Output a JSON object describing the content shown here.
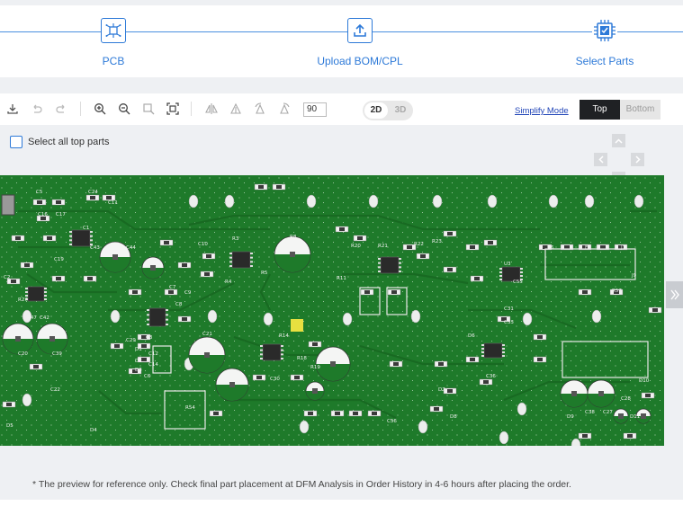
{
  "stepper": {
    "steps": [
      {
        "label": "PCB",
        "icon": "pcb-icon"
      },
      {
        "label": "Upload BOM/CPL",
        "icon": "upload-icon"
      },
      {
        "label": "Select Parts",
        "icon": "chip-icon"
      }
    ],
    "accent_color": "#2e7ad8"
  },
  "toolbar": {
    "rotation_value": "90",
    "view_2d": "2D",
    "view_3d": "3D",
    "simplify_mode": "Simplify Mode",
    "side_top": "Top",
    "side_bottom": "Bottom"
  },
  "select_all_label": "Select all top parts",
  "pcb": {
    "board_color": "#1e7a2a",
    "labels": [
      "C16",
      "C17",
      "R27",
      "R47",
      "C42",
      "C43",
      "C44",
      "C19",
      "C20",
      "C39",
      "C22",
      "C24",
      "C11",
      "C5",
      "C1",
      "C2",
      "C3",
      "C12",
      "C14",
      "C6",
      "C7",
      "C8",
      "C9",
      "C10",
      "R3",
      "R4",
      "R5",
      "R8",
      "R11",
      "R14",
      "R18",
      "R19",
      "R20",
      "R21",
      "R22",
      "R23",
      "R57",
      "C21",
      "C30",
      "C31",
      "C33",
      "C36",
      "C38",
      "C27",
      "C28",
      "C29",
      "D1",
      "D2",
      "D3",
      "D4",
      "D5",
      "D6",
      "D7",
      "D8",
      "D9",
      "D10",
      "D11",
      "U3",
      "U6",
      "F7",
      "J7",
      "J9",
      "R54",
      "C56",
      "C55"
    ]
  },
  "footer_note": "* The preview for reference only. Check final part placement at DFM Analysis in Order History in 4-6 hours after placing the order."
}
